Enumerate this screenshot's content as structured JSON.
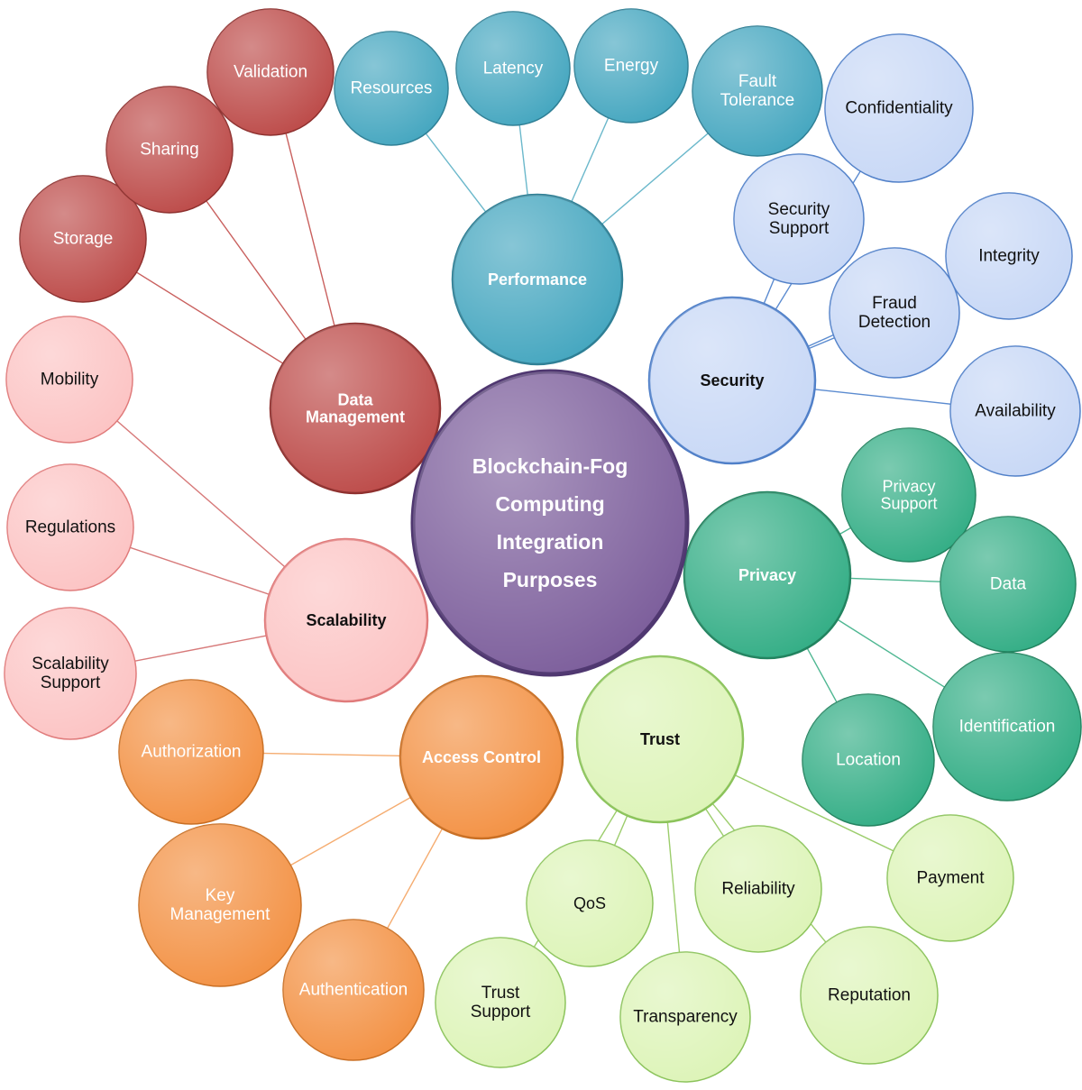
{
  "center": {
    "lines": [
      "Blockchain-Fog",
      "Computing",
      "Integration",
      "Purposes"
    ],
    "fill": "#7d5f9c",
    "stroke": "#4f3770",
    "text_color": "#ffffff"
  },
  "categories": [
    {
      "id": "data-management",
      "label": [
        "Data",
        "Management"
      ],
      "fill": "#bd4c4a",
      "stroke": "#8e2f2d",
      "text_color": "#ffffff",
      "line_color": "#c9605e",
      "children": [
        {
          "label": [
            "Storage"
          ]
        },
        {
          "label": [
            "Sharing"
          ]
        },
        {
          "label": [
            "Validation"
          ]
        }
      ]
    },
    {
      "id": "performance",
      "label": [
        "Performance"
      ],
      "fill": "#46a7c0",
      "stroke": "#2e7f95",
      "text_color": "#ffffff",
      "line_color": "#6bb8cb",
      "children": [
        {
          "label": [
            "Resources"
          ]
        },
        {
          "label": [
            "Latency"
          ]
        },
        {
          "label": [
            "Energy"
          ]
        },
        {
          "label": [
            "Fault",
            "Tolerance"
          ]
        }
      ]
    },
    {
      "id": "security",
      "label": [
        "Security"
      ],
      "fill": "#c8d8f6",
      "stroke": "#4f7fc8",
      "text_color": "#111111",
      "line_color": "#5b8bd0",
      "children": [
        {
          "label": [
            "Confidentiality"
          ]
        },
        {
          "label": [
            "Security",
            "Support"
          ]
        },
        {
          "label": [
            "Integrity"
          ]
        },
        {
          "label": [
            "Fraud",
            "Detection"
          ]
        },
        {
          "label": [
            "Availability"
          ]
        }
      ]
    },
    {
      "id": "privacy",
      "label": [
        "Privacy"
      ],
      "fill": "#34ae86",
      "stroke": "#21835f",
      "text_color": "#ffffff",
      "line_color": "#4fb792",
      "children": [
        {
          "label": [
            "Privacy",
            "Support"
          ]
        },
        {
          "label": [
            "Data"
          ]
        },
        {
          "label": [
            "Identification"
          ]
        },
        {
          "label": [
            "Location"
          ]
        }
      ]
    },
    {
      "id": "trust",
      "label": [
        "Trust"
      ],
      "fill": "#ddf4b8",
      "stroke": "#8bc35a",
      "text_color": "#111111",
      "line_color": "#9ccd6c",
      "children": [
        {
          "label": [
            "QoS"
          ]
        },
        {
          "label": [
            "Reliability"
          ]
        },
        {
          "label": [
            "Payment"
          ]
        },
        {
          "label": [
            "Trust",
            "Support"
          ]
        },
        {
          "label": [
            "Transparency"
          ]
        },
        {
          "label": [
            "Reputation"
          ]
        }
      ]
    },
    {
      "id": "access-control",
      "label": [
        "Access Control"
      ],
      "fill": "#f39245",
      "stroke": "#c96e22",
      "text_color": "#ffffff",
      "line_color": "#f5ac70",
      "children": [
        {
          "label": [
            "Authorization"
          ]
        },
        {
          "label": [
            "Key",
            "Management"
          ]
        },
        {
          "label": [
            "Authentication"
          ]
        }
      ]
    },
    {
      "id": "scalability",
      "label": [
        "Scalability"
      ],
      "fill": "#fcc4c4",
      "stroke": "#e07a7a",
      "text_color": "#111111",
      "line_color": "#d77a7a",
      "children": [
        {
          "label": [
            "Mobility"
          ]
        },
        {
          "label": [
            "Regulations"
          ]
        },
        {
          "label": [
            "Scalability",
            "Support"
          ]
        }
      ]
    }
  ]
}
